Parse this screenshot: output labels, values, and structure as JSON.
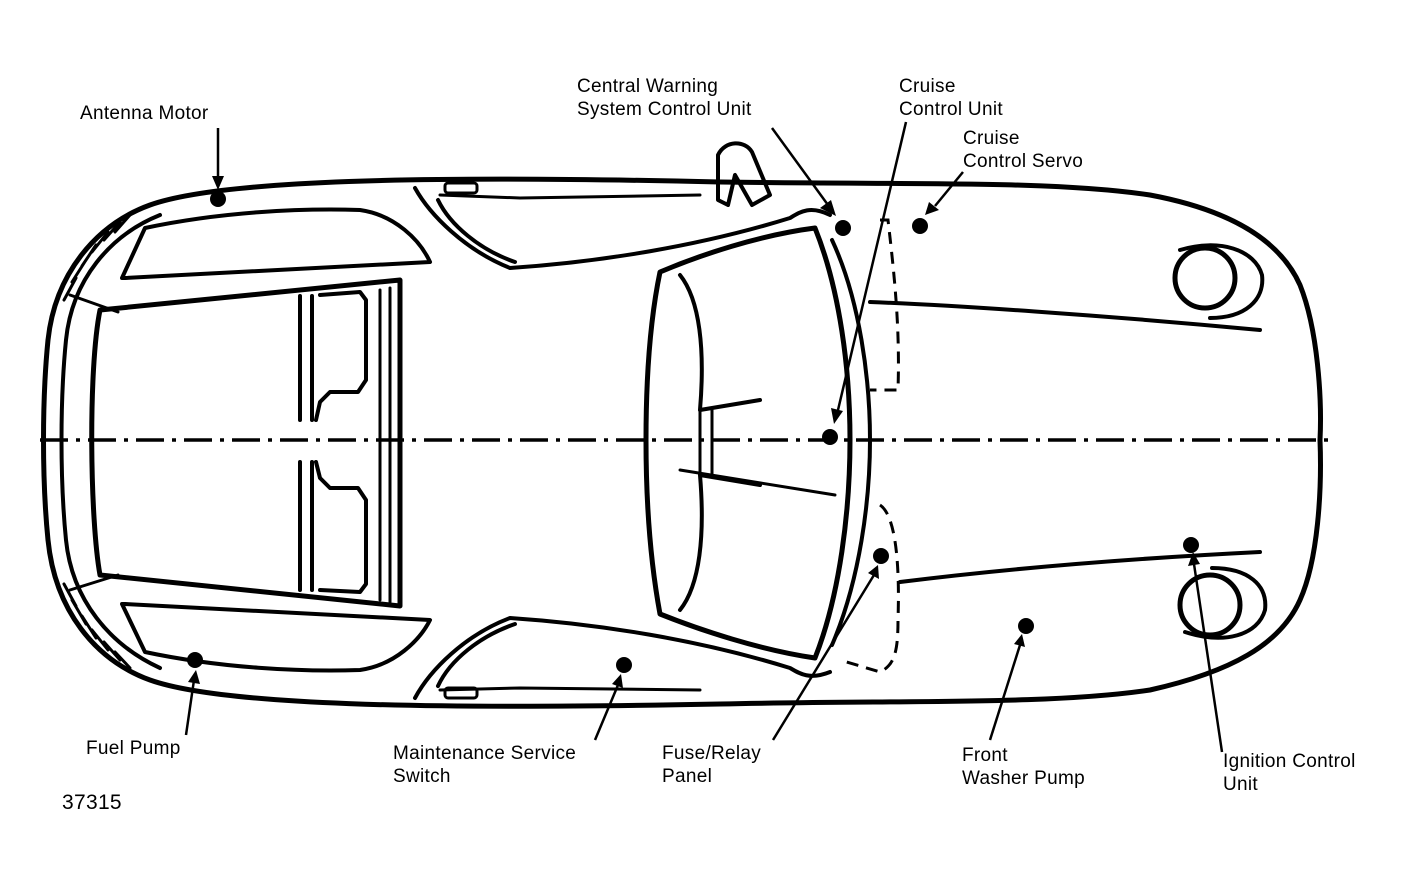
{
  "components": [
    {
      "id": "antenna-motor",
      "label_lines": [
        "Antenna Motor"
      ]
    },
    {
      "id": "central-warning",
      "label_lines": [
        "Central Warning",
        "System Control Unit"
      ]
    },
    {
      "id": "cruise-control-unit",
      "label_lines": [
        "Cruise",
        "Control Unit"
      ]
    },
    {
      "id": "cruise-control-servo",
      "label_lines": [
        "Cruise",
        "Control Servo"
      ]
    },
    {
      "id": "fuel-pump",
      "label_lines": [
        "Fuel Pump"
      ]
    },
    {
      "id": "maintenance-switch",
      "label_lines": [
        "Maintenance Service",
        "Switch"
      ]
    },
    {
      "id": "fuse-relay-panel",
      "label_lines": [
        "Fuse/Relay",
        "Panel"
      ]
    },
    {
      "id": "front-washer-pump",
      "label_lines": [
        "Front",
        "Washer Pump"
      ]
    },
    {
      "id": "ignition-control-unit",
      "label_lines": [
        "Ignition Control",
        "Unit"
      ]
    }
  ],
  "figure_number": "37315"
}
